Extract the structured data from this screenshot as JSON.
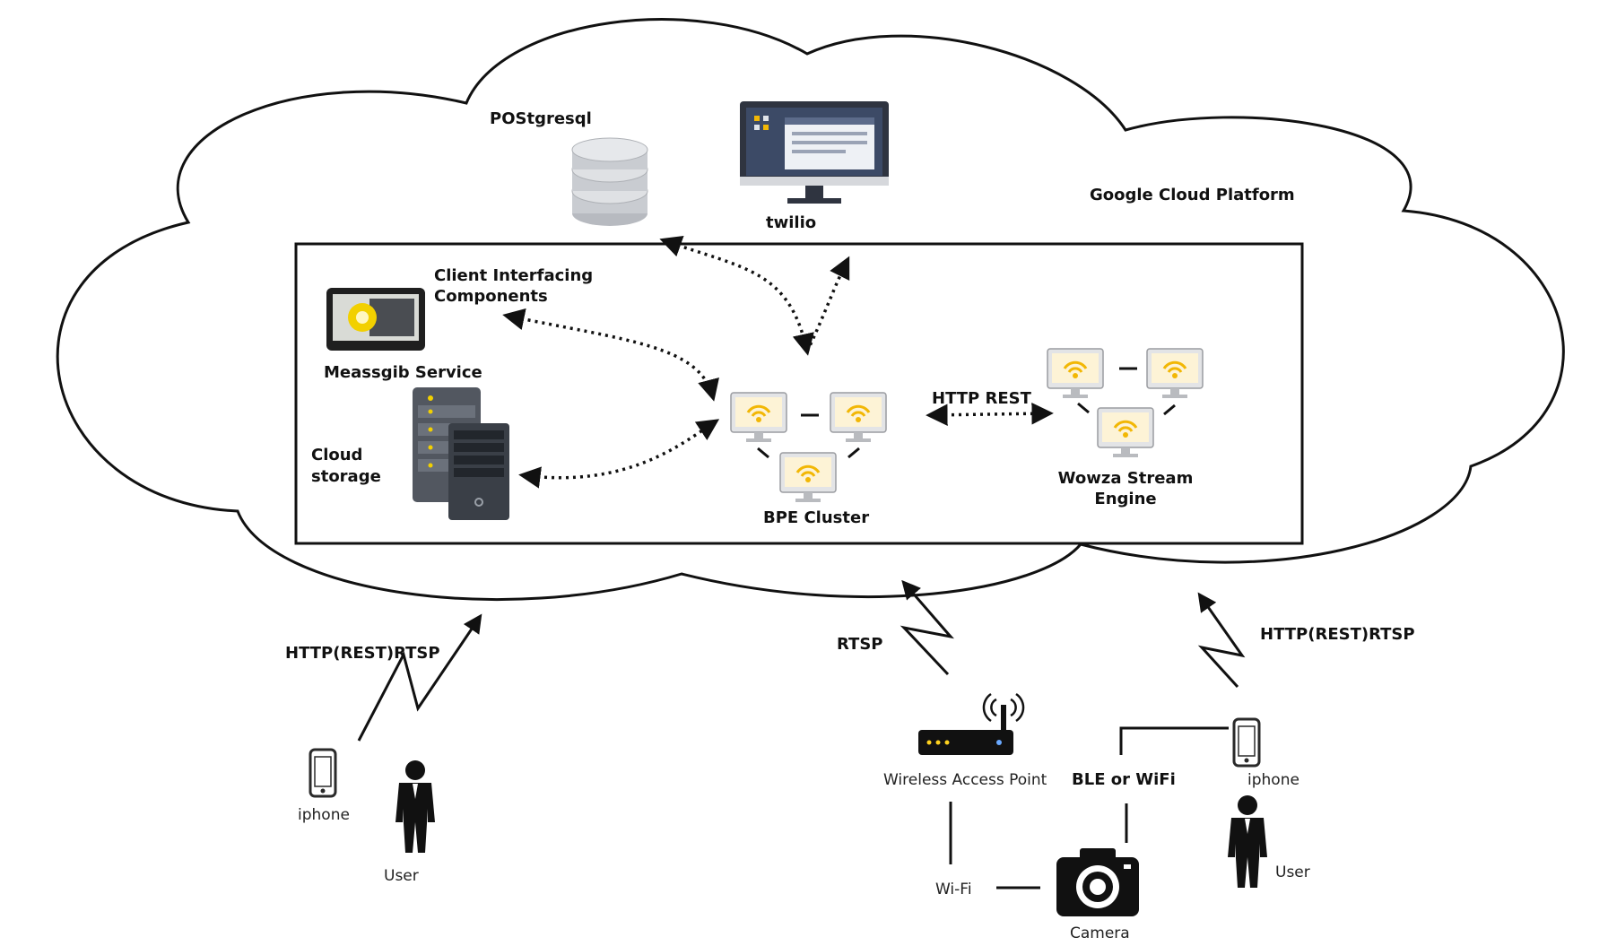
{
  "cloud": {
    "platform_label": "Google Cloud Platform",
    "postgres_label": "POStgresql",
    "twilio_label": "twilio"
  },
  "inner_box": {
    "client_interfacing_line1": "Client Interfacing",
    "client_interfacing_line2": "Components",
    "message_service_label": "Meassgib Service",
    "cloud_storage_line1": "Cloud",
    "cloud_storage_line2": "storage",
    "bpe_cluster_label": "BPE Cluster",
    "http_rest_label": "HTTP REST",
    "wowza_line1": "Wowza Stream",
    "wowza_line2": "Engine"
  },
  "left_user": {
    "link_label": "HTTP(REST)RTSP",
    "phone_label": "iphone",
    "user_label": "User"
  },
  "right_side": {
    "rtsp_label": "RTSP",
    "http_label": "HTTP(REST)RTSP",
    "access_point_label": "Wireless Access Point",
    "ble_wifi_label": "BLE or WiFi",
    "phone_label": "iphone",
    "wifi_label": "Wi-Fi",
    "camera_label": "Camera",
    "user_label": "User"
  },
  "colors": {
    "line": "#111111",
    "monitor_screen": "#fdf3d6",
    "wifi_yellow": "#f2b705",
    "db_gray": "#c9ccd1",
    "server_dark": "#3a3f47"
  },
  "icons": [
    "database-icon",
    "monitor-icon",
    "tablet-icon",
    "server-icon",
    "wifi-monitor-icon",
    "router-icon",
    "camera-icon",
    "phone-icon",
    "person-icon"
  ]
}
